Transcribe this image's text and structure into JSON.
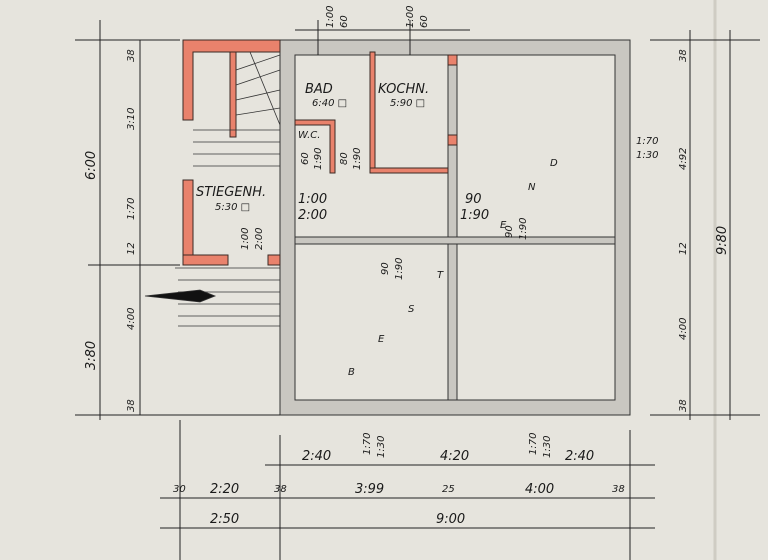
{
  "rooms": {
    "bad": {
      "name": "BAD",
      "area": "6:40 □"
    },
    "kochn": {
      "name": "KOCHN.",
      "area": "5:90 □"
    },
    "wc": {
      "name": "W.C."
    },
    "stiegenh": {
      "name": "STIEGENH.",
      "area": "5:30 □"
    }
  },
  "openings": {
    "wc_door": [
      "60",
      "1:90"
    ],
    "bad_door": [
      "80",
      "1:90"
    ],
    "hall_window": [
      "1:00",
      "2:00"
    ],
    "stair_window": [
      "1:00",
      "2:00"
    ],
    "door_a": [
      "90",
      "1:90"
    ],
    "door_b": [
      "90",
      "1:90"
    ],
    "door_c": [
      "90",
      "1:90"
    ],
    "top_window_1": [
      "1:00",
      "60"
    ],
    "top_window_2": [
      "1:00",
      "60"
    ],
    "right_window": [
      "1:70",
      "1:30"
    ],
    "bottom_window_1": [
      "1:70",
      "1:30"
    ],
    "bottom_window_2": [
      "1:70",
      "1:30"
    ]
  },
  "letters": [
    "B",
    "E",
    "S",
    "T",
    "E",
    "N",
    "D"
  ],
  "dims": {
    "left_inner": [
      "38",
      "3:10",
      "1:70",
      "12",
      "4:00",
      "38"
    ],
    "left_outer": [
      "6:00",
      "3:80"
    ],
    "right_inner": [
      "38",
      "4:92",
      "12",
      "4:00",
      "38"
    ],
    "right_outer": "9:80",
    "bottom_row1": [
      "2:40",
      "4:20",
      "2:40"
    ],
    "bottom_row2": [
      "30",
      "2:20",
      "38",
      "3:99",
      "25",
      "4:00",
      "38"
    ],
    "bottom_row3": [
      "2:50",
      "9:00"
    ]
  },
  "colors": {
    "paper": "#e6e4dd",
    "red_wall": "#e9826c",
    "grey_wall": "#c9c7c1"
  }
}
